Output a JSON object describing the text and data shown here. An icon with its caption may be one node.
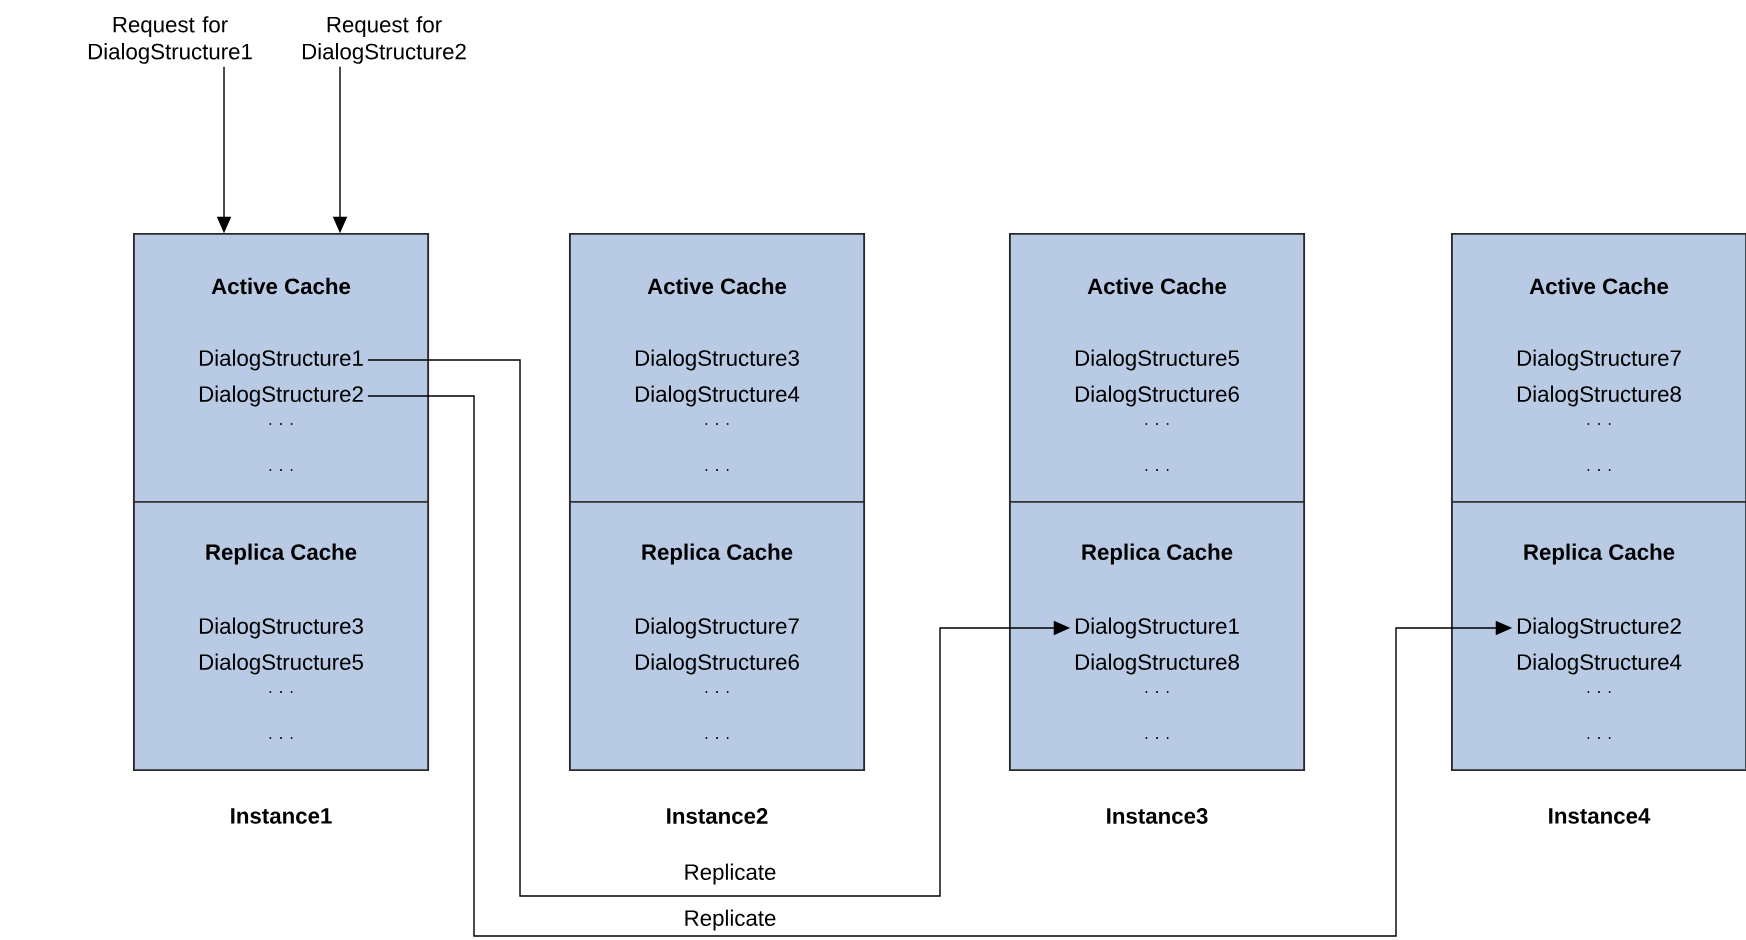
{
  "diagram": {
    "nodes": [
      {
        "text": [
          "Request for DialogStructure1"
        ]
      },
      {
        "text": [
          "Request for DialogStructure2"
        ]
      },
      {
        "text": [],
        "shape": "box",
        "beside": [
          "Instance1"
        ]
      },
      {
        "text": [
          "Active Cache",
          ". . .",
          ". . ."
        ],
        "in": 2
      },
      {
        "text": [
          "DialogStructure1"
        ],
        "in": 3
      },
      {
        "text": [
          "DialogStructure2"
        ],
        "in": 3
      },
      {
        "text": [
          "Replica Cache",
          ". . .",
          ". . ."
        ],
        "in": 2
      },
      {
        "text": [
          "DialogStructure3"
        ],
        "in": 6
      },
      {
        "text": [
          "DialogStructure5"
        ],
        "in": 6
      },
      {
        "text": [],
        "shape": "box",
        "beside": [
          "Instance2"
        ]
      },
      {
        "text": [
          "Active Cache",
          ". . .",
          ". . ."
        ],
        "in": 9
      },
      {
        "text": [
          "DialogStructure3"
        ],
        "in": 10
      },
      {
        "text": [
          "DialogStructure4"
        ],
        "in": 10
      },
      {
        "text": [
          "Replica Cache",
          ". . .",
          ". . ."
        ],
        "in": 9
      },
      {
        "text": [
          "DialogStructure7"
        ],
        "in": 13
      },
      {
        "text": [
          "DialogStructure6"
        ],
        "in": 13
      },
      {
        "text": [],
        "shape": "box",
        "beside": [
          "Instance3"
        ]
      },
      {
        "text": [
          "Active Cache",
          ". . .",
          ". . ."
        ],
        "in": 16
      },
      {
        "text": [
          "DialogStructure5"
        ],
        "in": 17
      },
      {
        "text": [
          "DialogStructure6"
        ],
        "in": 17
      },
      {
        "text": [
          "Replica Cache",
          ". . .",
          ". . ."
        ],
        "in": 16
      },
      {
        "text": [
          "DialogStructure1"
        ],
        "in": 20
      },
      {
        "text": [
          "DialogStructure8"
        ],
        "in": 20
      },
      {
        "text": [],
        "shape": "box",
        "beside": [
          "Instance4"
        ]
      },
      {
        "text": [
          "Active Cache",
          ". . .",
          ". . ."
        ],
        "in": 23
      },
      {
        "text": [
          "DialogStructure7"
        ],
        "in": 24
      },
      {
        "text": [
          "DialogStructure8"
        ],
        "in": 24
      },
      {
        "text": [
          "Replica Cache",
          ". . .",
          ". . ."
        ],
        "in": 23
      },
      {
        "text": [
          "DialogStructure2"
        ],
        "in": 27
      },
      {
        "text": [
          "DialogStructure4"
        ],
        "in": 27
      }
    ],
    "edges": [
      {
        "from": 0,
        "to": 3,
        "arrow": "to"
      },
      {
        "from": 1,
        "to": 3,
        "arrow": "to"
      },
      {
        "from": 4,
        "to": 21,
        "arrow": "to",
        "label": "Replicate"
      },
      {
        "from": 5,
        "to": 28,
        "arrow": "to",
        "label": "Replicate"
      }
    ]
  }
}
